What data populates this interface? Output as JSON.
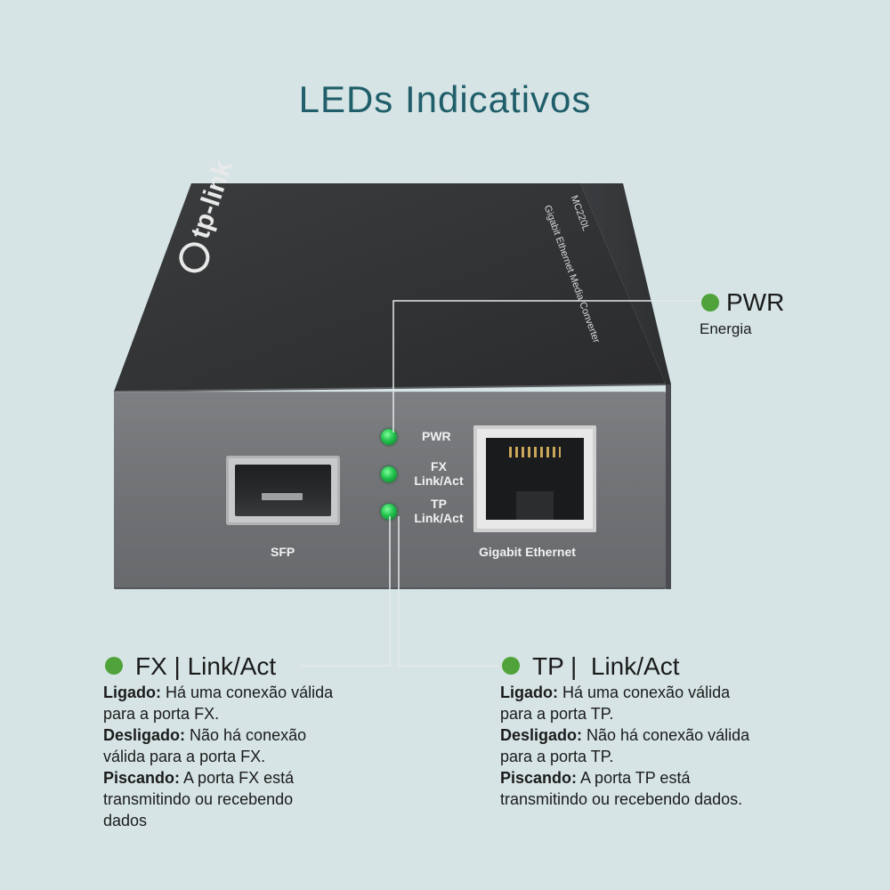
{
  "title": "LEDs Indicativos",
  "device": {
    "brand": "tp-link",
    "model": "MC220L",
    "top_caption": "Gigabit Ethernet Media Converter",
    "port_sfp_label": "SFP",
    "port_ethernet_label": "Gigabit Ethernet",
    "led_pwr_label": "PWR",
    "led_fx_label_1": "FX",
    "led_fx_label_2": "Link/Act",
    "led_tp_label_1": "TP",
    "led_tp_label_2": "Link/Act"
  },
  "callouts": {
    "pwr": {
      "title": "PWR",
      "subtitle": "Energia"
    },
    "fx": {
      "title": "FX | Link/Act",
      "on_label": "Ligado:",
      "on_text_1": " Há uma conexão válida",
      "on_text_2": "para a porta FX.",
      "off_label": "Desligado:",
      "off_text_1": " Não há conexão",
      "off_text_2": "válida para a porta FX.",
      "blink_label": "Piscando:",
      "blink_text_1": " A porta FX está",
      "blink_text_2": "transmitindo ou recebendo",
      "blink_text_3": "dados"
    },
    "tp": {
      "title": "TP |  Link/Act",
      "on_label": "Ligado:",
      "on_text_1": " Há uma conexão válida",
      "on_text_2": "para a porta TP.",
      "off_label": "Desligado:",
      "off_text_1": " Não há conexão válida",
      "off_text_2": "para a porta TP.",
      "blink_label": "Piscando:",
      "blink_text_1": " A porta TP está",
      "blink_text_2": "transmitindo ou recebendo dados."
    }
  },
  "colors": {
    "background": "#d6e4e5",
    "title": "#1f5e6a",
    "bullet": "#4fa33a",
    "led": "#22c24e"
  }
}
